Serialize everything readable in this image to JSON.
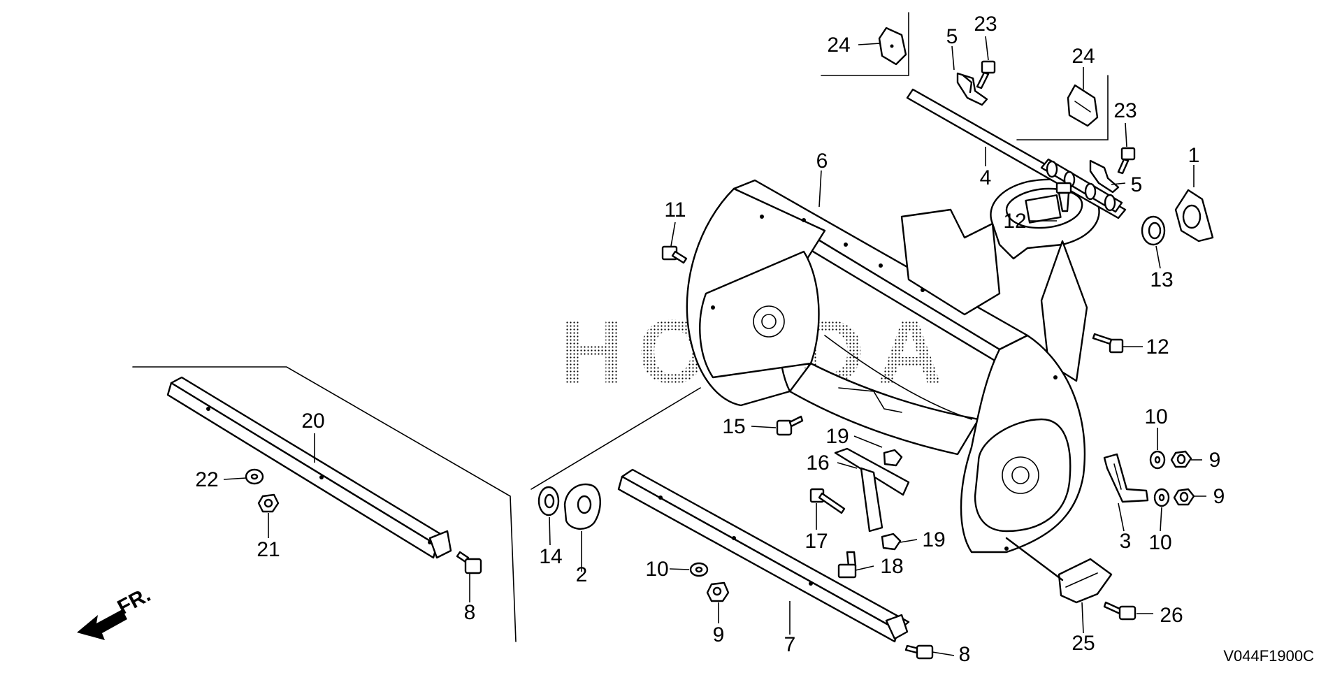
{
  "diagram": {
    "watermark": "HONDA",
    "drawing_code": "V044F1900C",
    "front_indicator": "FR.",
    "callouts": [
      {
        "id": "c1",
        "text": "1"
      },
      {
        "id": "c2",
        "text": "2"
      },
      {
        "id": "c3",
        "text": "3"
      },
      {
        "id": "c4",
        "text": "4"
      },
      {
        "id": "c5a",
        "text": "5"
      },
      {
        "id": "c5b",
        "text": "5"
      },
      {
        "id": "c6",
        "text": "6"
      },
      {
        "id": "c7",
        "text": "7"
      },
      {
        "id": "c8a",
        "text": "8"
      },
      {
        "id": "c8b",
        "text": "8"
      },
      {
        "id": "c9a",
        "text": "9"
      },
      {
        "id": "c9b",
        "text": "9"
      },
      {
        "id": "c9c",
        "text": "9"
      },
      {
        "id": "c10a",
        "text": "10"
      },
      {
        "id": "c10b",
        "text": "10"
      },
      {
        "id": "c10c",
        "text": "10"
      },
      {
        "id": "c11",
        "text": "11"
      },
      {
        "id": "c12a",
        "text": "12"
      },
      {
        "id": "c12b",
        "text": "12"
      },
      {
        "id": "c13",
        "text": "13"
      },
      {
        "id": "c14",
        "text": "14"
      },
      {
        "id": "c15",
        "text": "15"
      },
      {
        "id": "c16",
        "text": "16"
      },
      {
        "id": "c17",
        "text": "17"
      },
      {
        "id": "c18",
        "text": "18"
      },
      {
        "id": "c19a",
        "text": "19"
      },
      {
        "id": "c19b",
        "text": "19"
      },
      {
        "id": "c20",
        "text": "20"
      },
      {
        "id": "c21",
        "text": "21"
      },
      {
        "id": "c22",
        "text": "22"
      },
      {
        "id": "c23a",
        "text": "23"
      },
      {
        "id": "c23b",
        "text": "23"
      },
      {
        "id": "c24a",
        "text": "24"
      },
      {
        "id": "c24b",
        "text": "24"
      },
      {
        "id": "c25",
        "text": "25"
      },
      {
        "id": "c26",
        "text": "26"
      }
    ]
  }
}
